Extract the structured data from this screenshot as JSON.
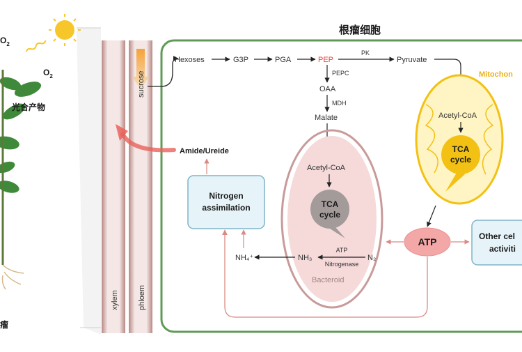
{
  "title": "根瘤细胞",
  "plant": {
    "o2_top": "O",
    "o2_top_sub": "2",
    "o2_mid": "O",
    "o2_mid_sub": "2",
    "photosynthate": "光合产物",
    "root_nodule": "瘤"
  },
  "vessels": {
    "sucrose": "sucrose",
    "xylem": "xylem",
    "phloem": "phloem"
  },
  "pathway": {
    "hexoses": "Hexoses",
    "g3p": "G3P",
    "pga": "PGA",
    "pep": "PEP",
    "pk": "PK",
    "pyruvate": "Pyruvate",
    "pepc": "PEPC",
    "oaa": "OAA",
    "mdh": "MDH",
    "malate": "Malate"
  },
  "bacteroid": {
    "label": "Bacteroid",
    "acetyl_coa": "Acetyl-CoA",
    "tca_line1": "TCA",
    "tca_line2": "cycle",
    "nh3": "NH₃",
    "n2": "N₂",
    "atp_small": "ATP",
    "nitrogenase": "Nitrogenase"
  },
  "mitochondria": {
    "label": "Mitochon",
    "acetyl_coa": "Acetyl-CoA",
    "tca_line1": "TCA",
    "tca_line2": "cycle"
  },
  "nitrogen_box": {
    "line1": "Nitrogen",
    "line2": "assimilation"
  },
  "amide": "Amide/Ureide",
  "nh4": "NH₄⁺",
  "atp": "ATP",
  "other_box": {
    "line1": "Other cel",
    "line2": "activiti"
  },
  "colors": {
    "cell_border": "#5f9a57",
    "pep": "#e8423c",
    "mito_label": "#e9b21b",
    "bacteroid_fill": "#f6dada",
    "bacteroid_border": "#c99a9a",
    "tca_gray": "#a39a9a",
    "tca_yellow": "#f2c114",
    "atp_fill": "#f4a7a7",
    "box_fill": "#e6f3f8",
    "box_border": "#7fb4c8",
    "red_arrow": "#e9615b",
    "vessel": "#c39a96"
  }
}
